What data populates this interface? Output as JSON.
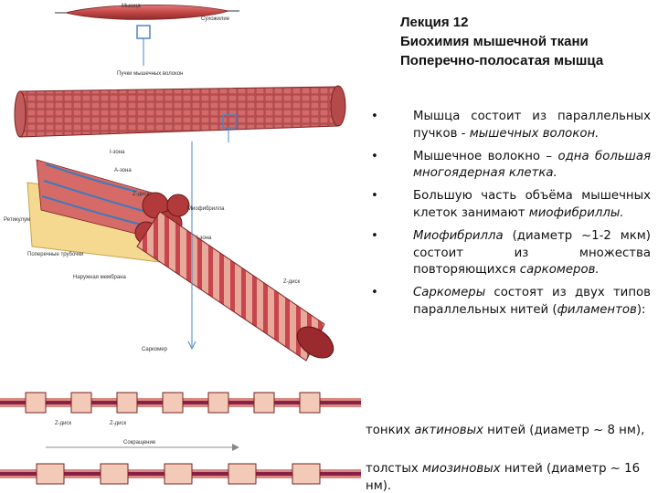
{
  "title": {
    "line1": "Лекция 12",
    "line2": "Биохимия мышечной ткани",
    "line3": "Поперечно-полосатая мышца"
  },
  "bullets": [
    {
      "plain": "Мышца состоит из параллельных пучков - ",
      "italic": "мышечных волокон."
    },
    {
      "plain": "Мышечное волокно – ",
      "italic": "одна большая многоядерная клетка."
    },
    {
      "plain": "Большую часть объёма мышечных клеток занимают ",
      "italic": "миофибриллы."
    },
    {
      "italic_lead": "Миофибрилла",
      "plain": " (диаметр ~1-2 мкм) состоит из множества повторяющихся ",
      "italic": "саркомеров."
    },
    {
      "italic_lead": "Саркомеры",
      "plain": " состоят из двух типов параллельных нитей (",
      "italic": "филаментов",
      "tail": "):"
    }
  ],
  "sub1": {
    "plain1": "тонких ",
    "italic": "актиновых",
    "plain2": " нитей (диаметр ~ 8 нм),"
  },
  "sub2": {
    "plain1": "толстых ",
    "italic": "миозиновых",
    "plain2": " нитей (диаметр ~ 16 нм)."
  },
  "figure_labels": {
    "muscle": "Мышца",
    "tendon": "Сухожилие",
    "fiber_bundle": "Пучки мышечных волокон",
    "i_band": "I-зона",
    "a_band": "A-зона",
    "z_disk": "Z-диск",
    "myofibril": "Миофибрилла",
    "reticulum": "Ретикулум",
    "t_tubules": "Поперечные трубочки",
    "i_band_2": "I-зона",
    "outer_membrane": "Наружная мембрана",
    "z_disk_2": "Z-диск",
    "sarcomere": "Саркомер",
    "z_disk_3": "Z-диск",
    "z_disk_4": "Z-диск",
    "contraction": "Сокращение"
  }
}
